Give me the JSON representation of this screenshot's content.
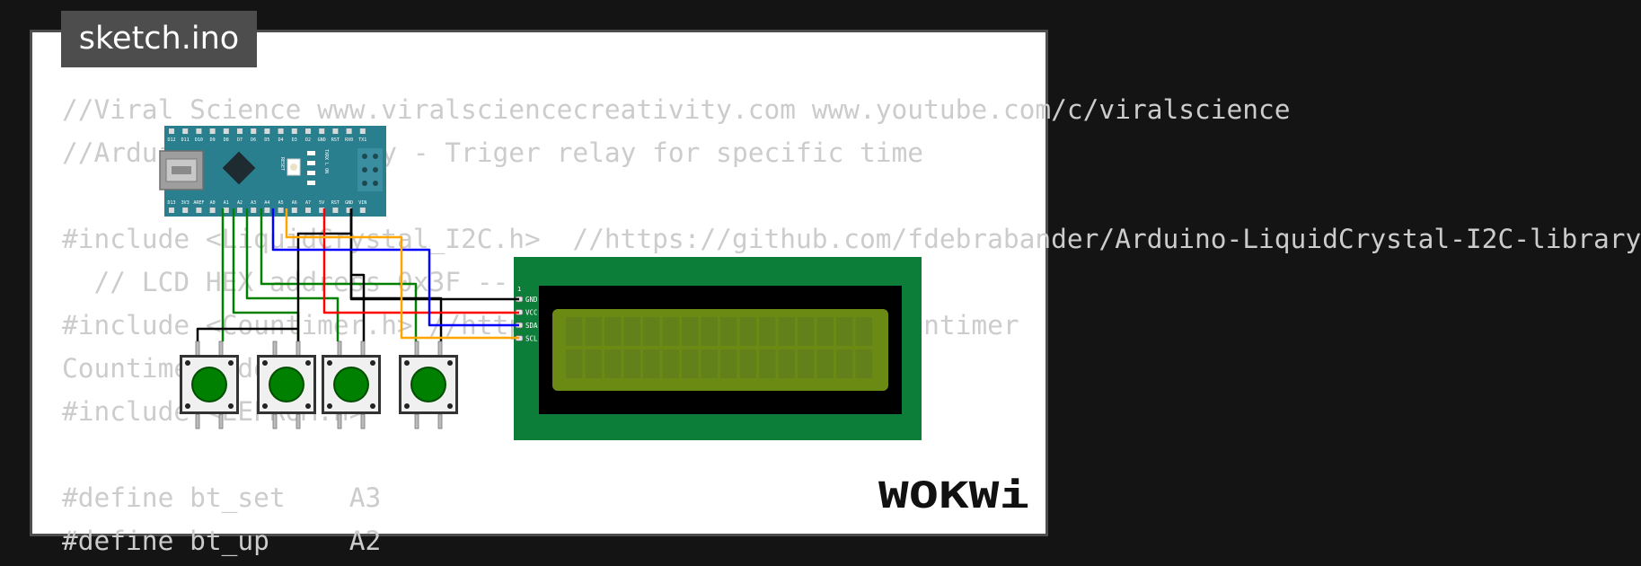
{
  "tab": {
    "label": "sketch.ino"
  },
  "code_lines": [
    "//Viral Science www.viralsciencecreativity.com www.youtube.com/c/viralscience",
    "//Arduino Timer Relay - Triger relay for specific time",
    "",
    "#include <LiquidCrystal_I2C.h>  //https://github.com/fdebrabander/Arduino-LiquidCrystal-I2C-library",
    "  // LCD HEX address 0x3F -- change according to yours",
    "#include <Countimer.h> //https://github.com/inflop/Countimer",
    "Countimer tdown;",
    "#include <EEPROM.h>",
    "",
    "#define bt_set    A3",
    "#define bt_up     A2"
  ],
  "arduino": {
    "top_pins": [
      "D12",
      "D11",
      "D10",
      "D9",
      "D8",
      "D7",
      "D6",
      "D5",
      "D4",
      "D3",
      "D2",
      "GND",
      "RST",
      "RX0",
      "TX1"
    ],
    "bottom_pins": [
      "D13",
      "3V3",
      "AREF",
      "A0",
      "A1",
      "A2",
      "A3",
      "A4",
      "A5",
      "A6",
      "A7",
      "5V",
      "RST",
      "GND",
      "VIN"
    ],
    "labels": {
      "reset": "RESET",
      "leds": [
        "TX",
        "RX",
        "L",
        "ON"
      ]
    },
    "colors": {
      "pcb": "#2a7f8f",
      "chip": "#1e2b30"
    }
  },
  "lcd": {
    "pins": [
      "GND",
      "VCC",
      "SDA",
      "SCL"
    ],
    "pin_number": "1",
    "colors": {
      "pcb": "#0d7d3a",
      "screen": "#6b8a14",
      "bezel": "#000000"
    }
  },
  "buttons": [
    {
      "name": "button-1",
      "color": "#008000"
    },
    {
      "name": "button-2",
      "color": "#008000"
    },
    {
      "name": "button-3",
      "color": "#008000"
    },
    {
      "name": "button-4",
      "color": "#008000"
    }
  ],
  "wire_colors": {
    "green": "#008000",
    "black": "#000000",
    "red": "#ff0000",
    "blue": "#0000ff",
    "orange": "#ffa500"
  },
  "brand": {
    "text": "WOKWi"
  }
}
